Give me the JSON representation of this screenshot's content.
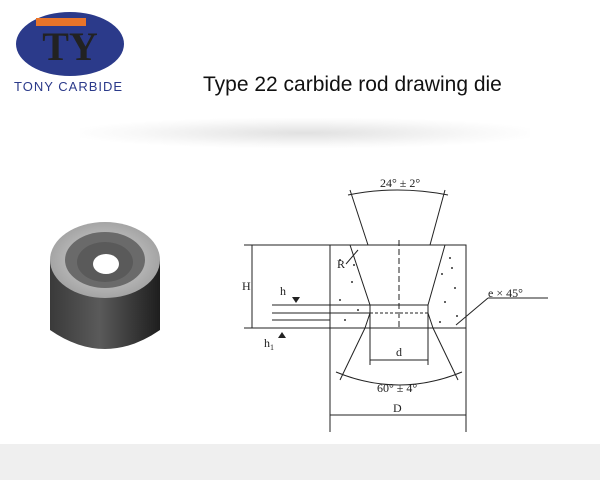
{
  "header": {
    "logo_letters": "TY",
    "brand_name": "TONY CARBIDE",
    "title": "Type 22 carbide rod drawing die"
  },
  "drawing": {
    "labels": {
      "top_angle": "24° ± 2°",
      "bottom_angle": "60° ± 4°",
      "radius": "R",
      "height": "H",
      "bearing": "h",
      "h1": "h",
      "h1_sub": "1",
      "bore": "d",
      "outer_diameter": "D",
      "chamfer": "e × 45°"
    }
  },
  "colors": {
    "brand_blue": "#2b3a8a",
    "logo_orange": "#e8742a"
  }
}
